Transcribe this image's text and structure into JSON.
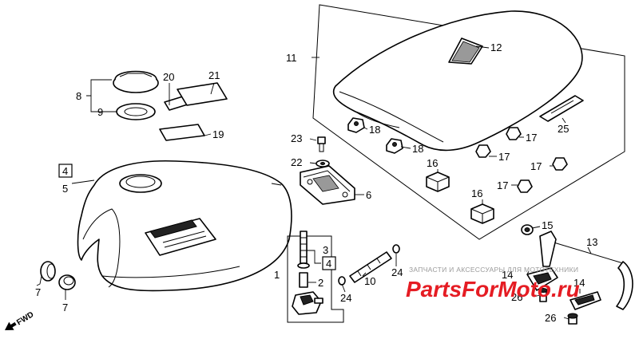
{
  "diagram": {
    "labels": {
      "l1": "1",
      "l2": "2",
      "l3": "3",
      "l4a": "4",
      "l4b": "4",
      "l5": "5",
      "l6": "6",
      "l7a": "7",
      "l7b": "7",
      "l8": "8",
      "l9": "9",
      "l10": "10",
      "l11": "11",
      "l12": "12",
      "l13": "13",
      "l14a": "14",
      "l14b": "14",
      "l15": "15",
      "l16a": "16",
      "l16b": "16",
      "l17a": "17",
      "l17b": "17",
      "l17c": "17",
      "l17d": "17",
      "l18a": "18",
      "l18b": "18",
      "l19": "19",
      "l20": "20",
      "l21": "21",
      "l22": "22",
      "l23": "23",
      "l24a": "24",
      "l24b": "24",
      "l25": "25",
      "l26a": "26",
      "l26b": "26"
    },
    "direction": "FWD"
  },
  "watermark": {
    "caption": "ЗАПЧАСТИ И АКСЕССУАРЫ ДЛЯ МОТОТЕХНИКИ",
    "brand": "PartsForMoto.ru",
    "color": "#e51c23"
  }
}
